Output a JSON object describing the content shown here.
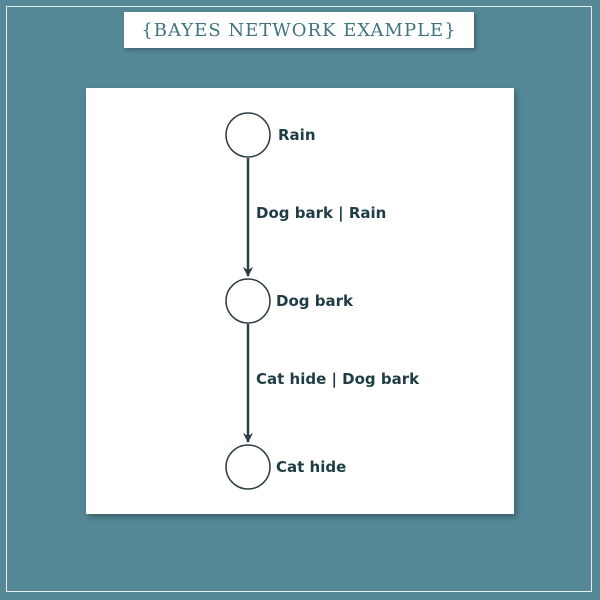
{
  "title": "{BAYES NETWORK EXAMPLE}",
  "nodes": [
    {
      "id": "rain",
      "label": "Rain"
    },
    {
      "id": "dog-bark",
      "label": "Dog bark"
    },
    {
      "id": "cat-hide",
      "label": "Cat hide"
    }
  ],
  "edges": [
    {
      "from": "rain",
      "to": "dog-bark",
      "label": "Dog bark | Rain"
    },
    {
      "from": "dog-bark",
      "to": "cat-hide",
      "label": "Cat hide | Dog bark"
    }
  ],
  "colors": {
    "background": "#548896",
    "title_text": "#3f7480",
    "ink": "#1f3d45",
    "panel": "#ffffff"
  }
}
